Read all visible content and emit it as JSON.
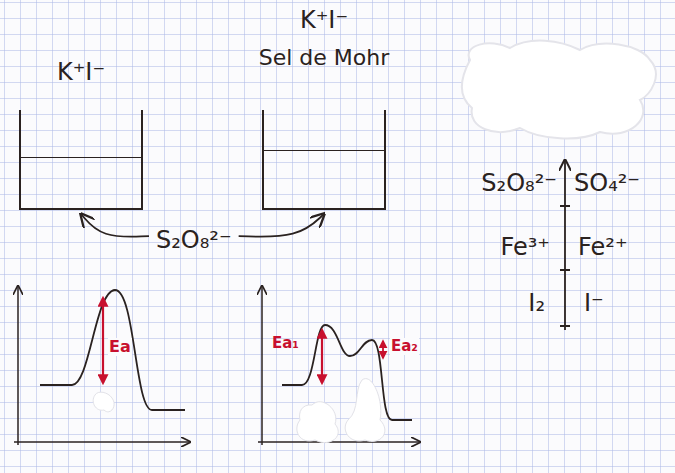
{
  "diagram": {
    "nodes": [
      {
        "text": [
          "K⁺I⁻"
        ]
      },
      {
        "text": [
          "K⁺I⁻",
          "Sel de Mohr"
        ]
      },
      {
        "text": [
          "S₂O₈²⁻"
        ]
      }
    ],
    "edges": [
      {
        "from": 2,
        "to": 0,
        "arrow": "to"
      },
      {
        "from": 2,
        "to": 1,
        "arrow": "to"
      }
    ],
    "labels": [
      "Ea",
      "Ea₁",
      "Ea₂",
      "S₂O₈²⁻",
      "SO₄²⁻",
      "Fe³⁺",
      "Fe²⁺",
      "I₂",
      "I⁻"
    ]
  }
}
